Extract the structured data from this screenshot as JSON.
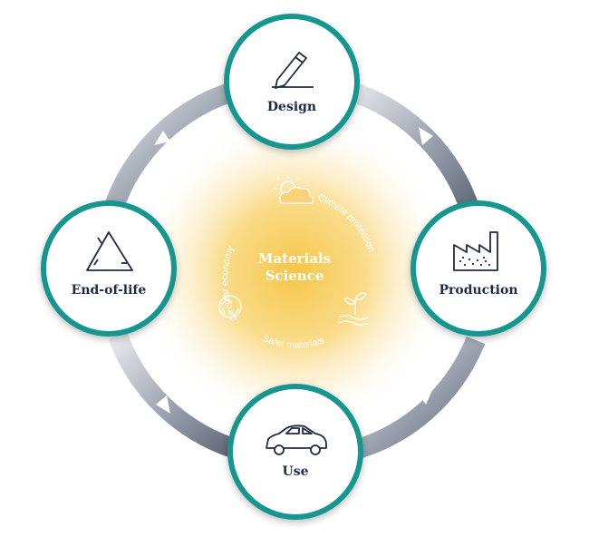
{
  "center": {
    "title_line1": "Materials",
    "title_line2": "Science",
    "arc_labels": {
      "left": "Circular economy",
      "right": "Climate protection",
      "bottom": "Safer materials"
    },
    "icons": [
      "sun-cloud-icon",
      "recycle-globe-icon",
      "seedling-icon"
    ]
  },
  "nodes": {
    "top": {
      "label": "Design",
      "icon": "pencil-icon"
    },
    "right": {
      "label": "Production",
      "icon": "factory-icon"
    },
    "bottom": {
      "label": "Use",
      "icon": "car-icon"
    },
    "left": {
      "label": "End-of-life",
      "icon": "recycle-triangle-icon"
    }
  },
  "colors": {
    "ring_teal": "#12968f",
    "arc_gray": "#7d8594",
    "glow": "#f5c23c",
    "text": "#1f2a44"
  }
}
